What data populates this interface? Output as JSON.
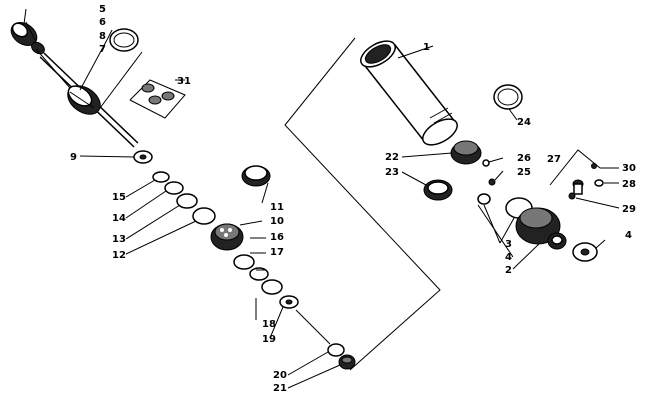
{
  "diagram": {
    "callouts": [
      "1",
      "2",
      "3",
      "4",
      "4",
      "5",
      "6",
      "7",
      "8",
      "9",
      "10",
      "11",
      "12",
      "13",
      "14",
      "15",
      "16",
      "17",
      "18",
      "19",
      "20",
      "21",
      "22",
      "23",
      "24",
      "25",
      "26",
      "27",
      "28",
      "29",
      "30",
      "31"
    ]
  }
}
